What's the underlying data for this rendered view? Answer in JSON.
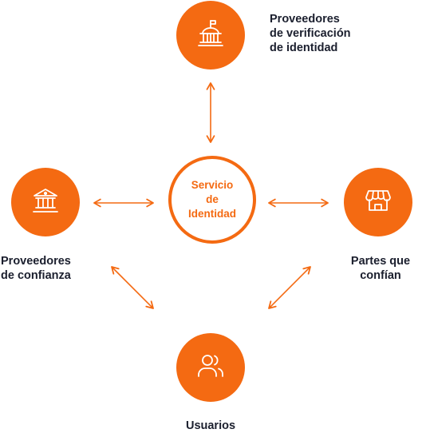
{
  "colors": {
    "accent": "#f46a12",
    "text": "#1b1f2e",
    "background": "#ffffff"
  },
  "center": {
    "label": "Servicio\nde\nIdentidad"
  },
  "nodes": {
    "identity_verification": {
      "label": "Proveedores\nde verificación\nde identidad",
      "icon": "government-building-flag-icon"
    },
    "trust_providers": {
      "label": "Proveedores\nde confianza",
      "icon": "bank-icon"
    },
    "relying_parties": {
      "label": "Partes que\nconfían",
      "icon": "storefront-icon"
    },
    "users": {
      "label": "Usuarios",
      "icon": "users-icon"
    }
  },
  "connections": [
    {
      "from": "identity_verification",
      "to": "center",
      "direction": "both"
    },
    {
      "from": "trust_providers",
      "to": "center",
      "direction": "both"
    },
    {
      "from": "center",
      "to": "relying_parties",
      "direction": "both"
    },
    {
      "from": "trust_providers",
      "to": "users",
      "direction": "both"
    },
    {
      "from": "relying_parties",
      "to": "users",
      "direction": "both"
    }
  ]
}
